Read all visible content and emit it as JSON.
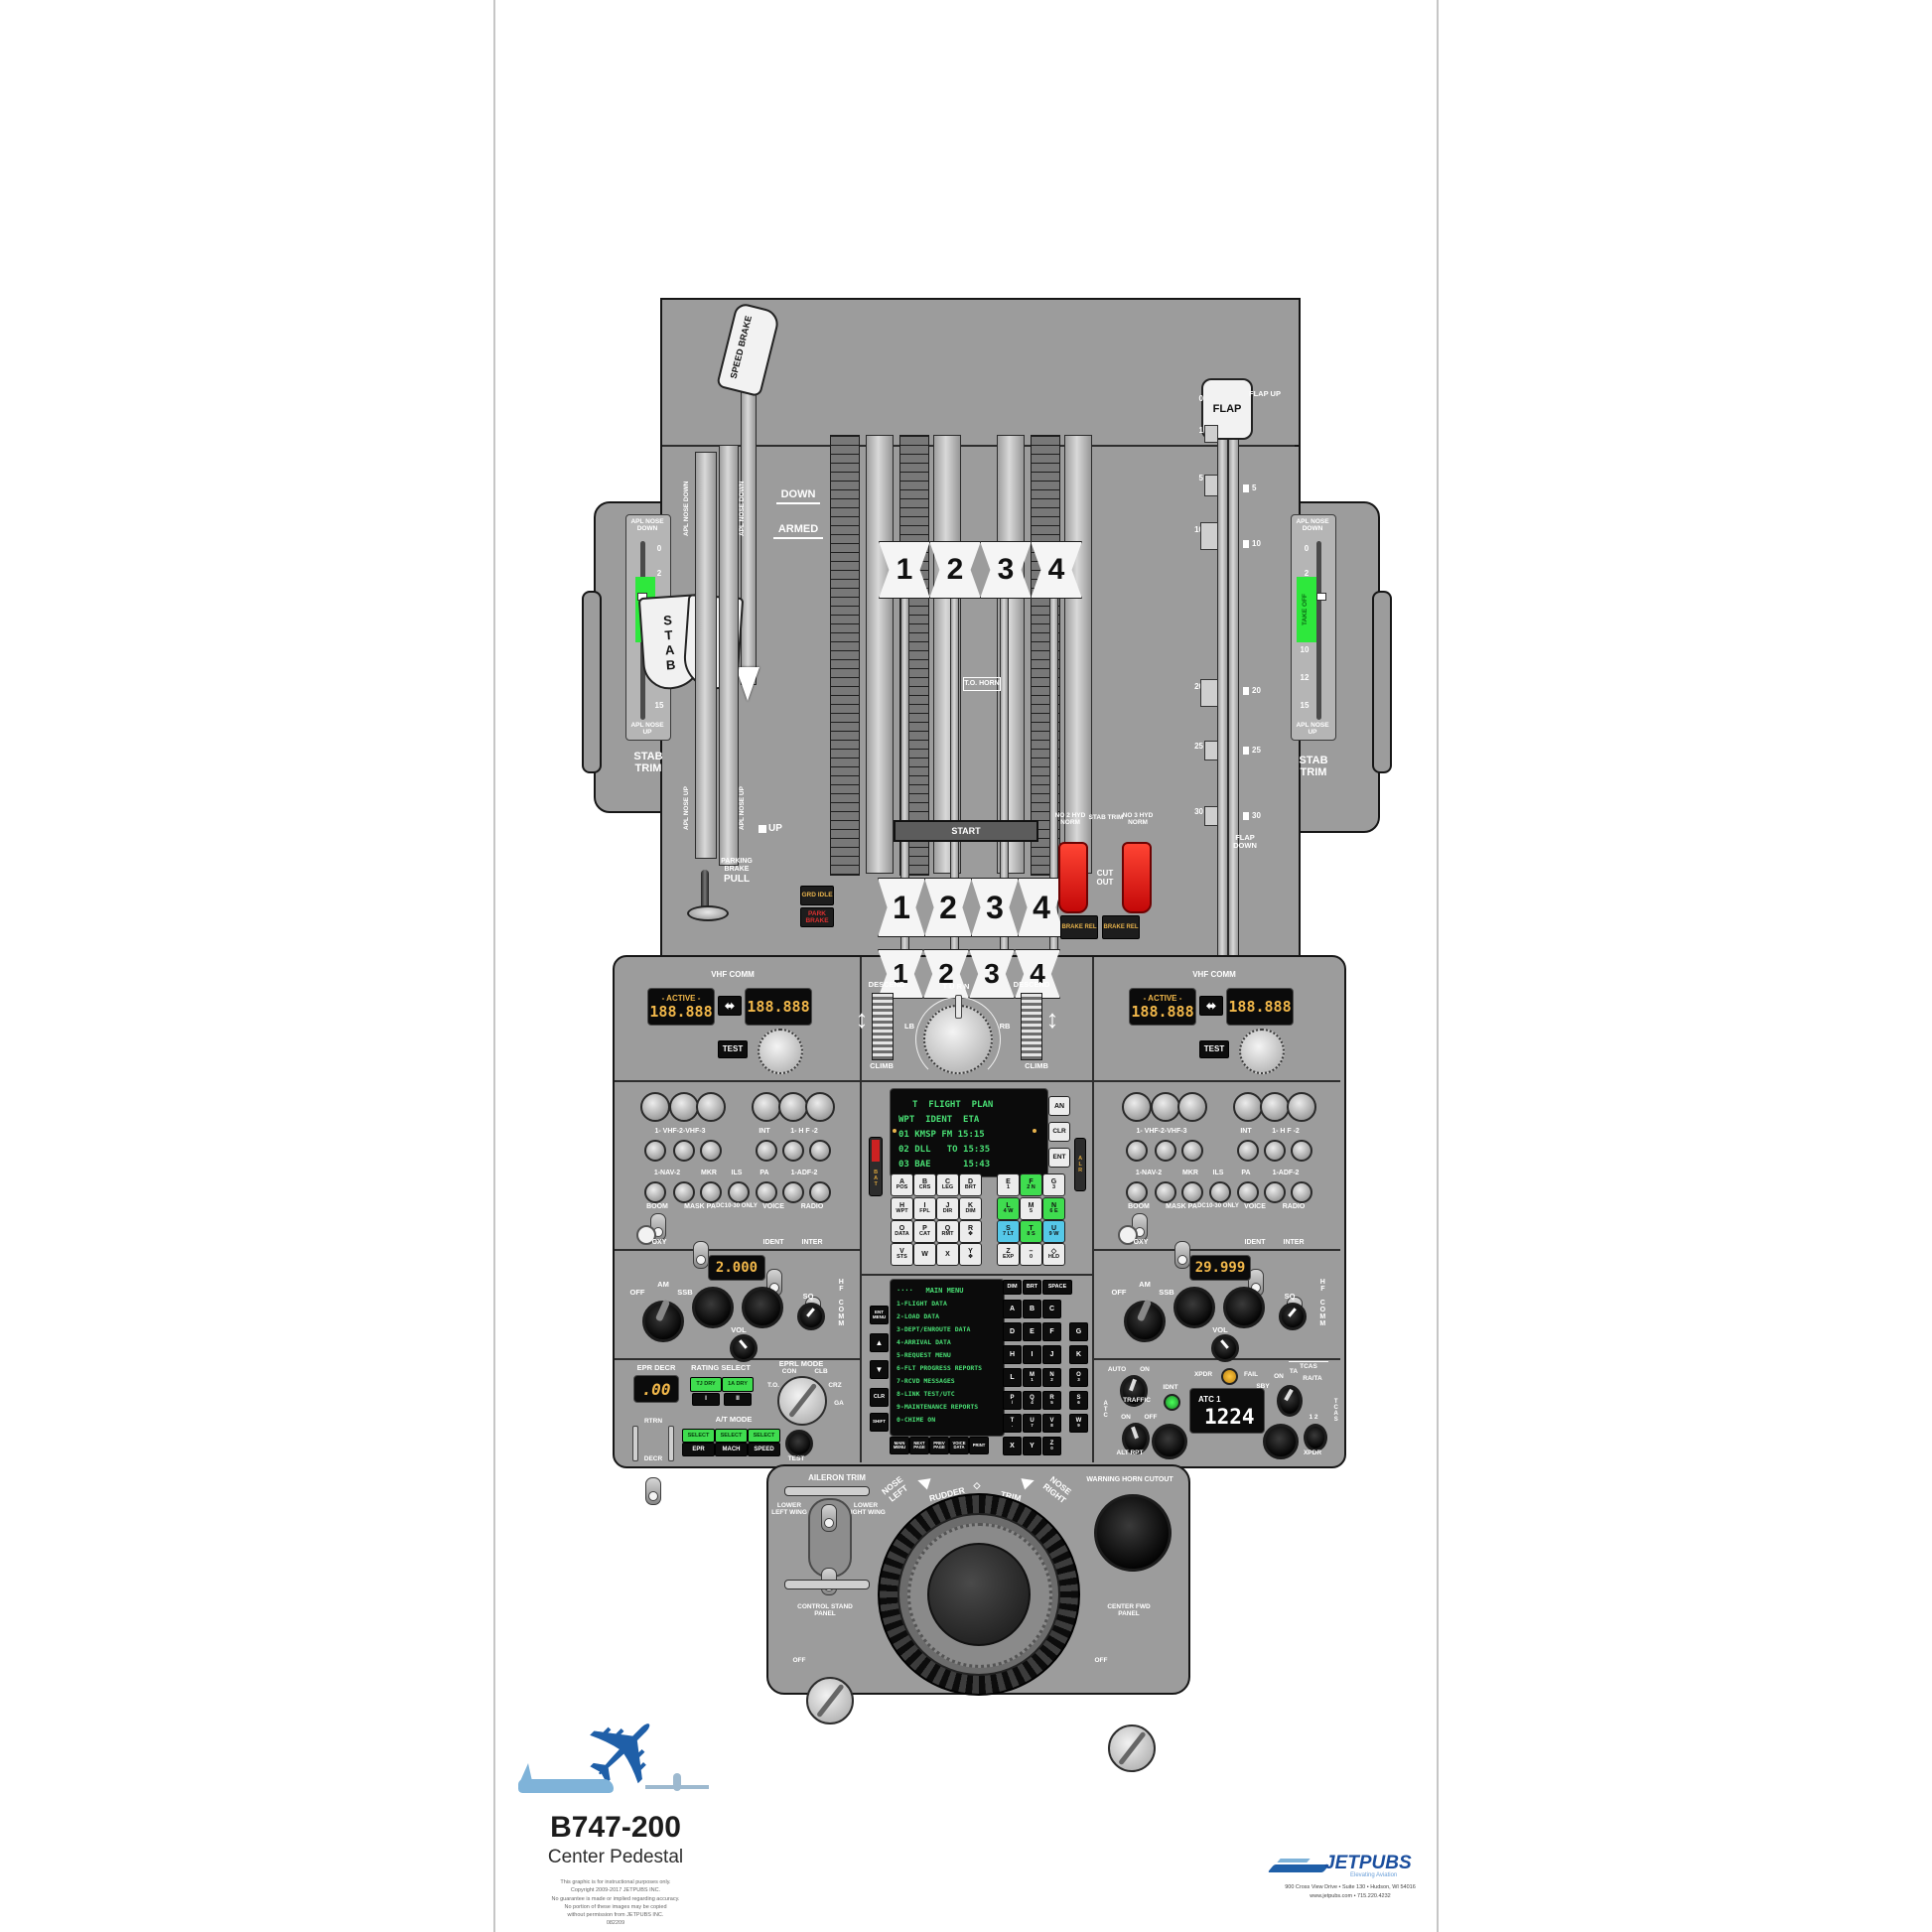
{
  "quadrant": {
    "speed_brake": "SPEED BRAKE",
    "down": "DOWN",
    "armed": "ARMED",
    "up": "UP",
    "to_horn": "T.O. HORN",
    "start": "START",
    "parking": "PARKING BRAKE",
    "pull": "PULL",
    "grd_idle": "GRD IDLE",
    "park_brake": "PARK BRAKE",
    "levers": [
      "1",
      "2",
      "3",
      "4"
    ],
    "no2": "NO 2 HYD",
    "no3": "NO 3 HYD",
    "norm": "NORM",
    "stab_trim": "STAB TRIM",
    "cut_out": "CUT OUT",
    "brake_rel": "BRAKE REL"
  },
  "stab": {
    "nose_down": "APL NOSE DOWN",
    "nose_up": "APL NOSE UP",
    "stab_trim": "STAB TRIM",
    "take_off": "TAKE OFF",
    "scale": [
      "0",
      "2",
      "10",
      "12",
      "15"
    ],
    "lever_s": "STAB",
    "lever_t": "TRIM"
  },
  "flap": {
    "handle": "FLAP",
    "up": "FLAP UP",
    "down": "FLAP DOWN",
    "left": [
      "0",
      "1",
      "5",
      "10",
      "20",
      "25",
      "30"
    ],
    "right": [
      "5",
      "10",
      "20",
      "25",
      "30"
    ]
  },
  "vhf": {
    "title": "VHF COMM",
    "active": "- ACTIVE -",
    "freq": "188.888",
    "test": "TEST",
    "transfer": "⬌"
  },
  "ap": {
    "descend": "DESCEND",
    "climb": "CLIMB",
    "turn": "TURN",
    "lb": "LB",
    "rb": "RB",
    "arrows": "↕"
  },
  "audio": {
    "vhf": "1- VHF-2-VHF-3",
    "int": "INT",
    "hf": "1- H F -2",
    "nav": "1-NAV-2",
    "mkr": "MKR",
    "ils": "ILS",
    "pa": "PA",
    "adf": "1-ADF-2",
    "boom": "BOOM",
    "mask": "MASK PA",
    "dc10": "DC10-30 ONLY",
    "voice": "VOICE",
    "radio": "RADIO",
    "oxy": "OXY",
    "ident": "IDENT",
    "inter": "INTER"
  },
  "cdu": {
    "lines": [
      "T  FLIGHT  PLAN",
      "WPT  IDENT  ETA",
      "01 KMSP FM 15:15",
      "02 DLL   TO 15:35",
      "03 BAE      15:43"
    ],
    "an": "AN",
    "clr": "CLR",
    "ent": "ENT",
    "bat": "BAT",
    "alr": "ALR",
    "keys": [
      {
        "m": "A",
        "s": "POS"
      },
      {
        "m": "B",
        "s": "CRS"
      },
      {
        "m": "C",
        "s": "LEG"
      },
      {
        "m": "D",
        "s": "BRT"
      },
      {
        "m": "E",
        "s": "1"
      },
      {
        "m": "F",
        "s": "2 N"
      },
      {
        "m": "G",
        "s": "3"
      },
      {
        "m": "H",
        "s": "WPT"
      },
      {
        "m": "I",
        "s": "FPL"
      },
      {
        "m": "J",
        "s": "DIR"
      },
      {
        "m": "K",
        "s": "DIM"
      },
      {
        "m": "L",
        "s": "4 W"
      },
      {
        "m": "M",
        "s": "5"
      },
      {
        "m": "N",
        "s": "6 E"
      },
      {
        "m": "O",
        "s": "DATA"
      },
      {
        "m": "P",
        "s": "CAT"
      },
      {
        "m": "Q",
        "s": "RMT"
      },
      {
        "m": "R",
        "s": "✥"
      },
      {
        "m": "S",
        "s": "7 LT"
      },
      {
        "m": "T",
        "s": "8 S"
      },
      {
        "m": "U",
        "s": "9 W"
      },
      {
        "m": "V",
        "s": "STS"
      },
      {
        "m": "W",
        "s": ""
      },
      {
        "m": "X",
        "s": ""
      },
      {
        "m": "Y",
        "s": "✥"
      },
      {
        "m": "Z",
        "s": "EXP"
      },
      {
        "m": "–",
        "s": "0"
      },
      {
        "m": "◇",
        "s": "HLD"
      }
    ]
  },
  "acars": {
    "title": "····   MAIN MENU",
    "menu": [
      "1-FLIGHT DATA",
      "2-LOAD DATA",
      "3-DEPT/ENROUTE DATA",
      "4-ARRIVAL DATA",
      "5-REQUEST MENU",
      "6-FLT PROGRESS REPORTS",
      "7-RCVD MESSAGES",
      "8-LINK TEST/UTC",
      "9-MAINTENANCE REPORTS",
      "0-CHIME ON"
    ],
    "left_keys": [
      "ENT MENU",
      "▲",
      "▼",
      "CLR",
      "SHIFT"
    ],
    "top_keys": [
      "DIM",
      "BRT",
      "SPACE"
    ],
    "bottom_keys": [
      "MAIN MENU",
      "NEXT PAGE",
      "PREV PAGE",
      "VOICE DATA",
      "PRINT"
    ],
    "keys": [
      {
        "m": "A",
        "s": ""
      },
      {
        "m": "B",
        "s": ""
      },
      {
        "m": "C",
        "s": ""
      },
      {
        "m": "D",
        "s": ""
      },
      {
        "m": "E",
        "s": ""
      },
      {
        "m": "F",
        "s": ""
      },
      {
        "m": "G",
        "s": ""
      },
      {
        "m": "H",
        "s": ""
      },
      {
        "m": "I",
        "s": ""
      },
      {
        "m": "J",
        "s": ""
      },
      {
        "m": "K",
        "s": ""
      },
      {
        "m": "L",
        "s": ""
      },
      {
        "m": "M",
        "s": "1"
      },
      {
        "m": "N",
        "s": "2"
      },
      {
        "m": "O",
        "s": "3"
      },
      {
        "m": "P",
        "s": "/"
      },
      {
        "m": "Q",
        "s": "4"
      },
      {
        "m": "R",
        "s": "5"
      },
      {
        "m": "S",
        "s": "6"
      },
      {
        "m": "T",
        "s": "."
      },
      {
        "m": "U",
        "s": "7"
      },
      {
        "m": "V",
        "s": "8"
      },
      {
        "m": "W",
        "s": "9"
      },
      {
        "m": "X",
        "s": ""
      },
      {
        "m": "Y",
        "s": ""
      },
      {
        "m": "Z",
        "s": "0"
      }
    ]
  },
  "hf": {
    "title": "HF COMM",
    "freq_left": "2.000",
    "freq_right": "29.999",
    "off": "OFF",
    "am": "AM",
    "ssb": "SSB",
    "vol": "VOL",
    "sq": "SQ"
  },
  "epr": {
    "title": "EPR DECR",
    "value": ".00",
    "rating": "RATING SELECT",
    "r1": "TJ DRY",
    "r2": "1A DRY",
    "b1": "I",
    "b2": "II",
    "mode": "EPRL MODE",
    "con": "CON",
    "clb": "CLB",
    "to": "T.O.",
    "crz": "CRZ",
    "ga": "GA",
    "rtrn": "RTRN",
    "decr": "DECR",
    "at": "A/T MODE",
    "select": "SELECT",
    "epr": "EPR",
    "mach": "MACH",
    "speed": "SPEED",
    "test": "TEST"
  },
  "xpdr": {
    "auto": "AUTO",
    "on": "ON",
    "atc": "ATC",
    "traffic": "TRAFFIC",
    "on2": "ON",
    "off": "OFF",
    "alt_rpt": "ALT RPT",
    "idnt": "IDNT",
    "xpdr": "XPDR",
    "fail": "FAIL",
    "atc1": "ATC 1",
    "code": "1224",
    "tcas": "TCAS",
    "sby": "SBY",
    "ta": "TA",
    "rata": "RA/TA",
    "sel12": "1  2",
    "xpdr2": "XPDR"
  },
  "trim": {
    "aileron": "AILERON TRIM",
    "llw": "LOWER LEFT WING",
    "lrw": "LOWER RIGHT WING",
    "nl": "NOSE LEFT",
    "rudder": "RUDDER",
    "trim": "TRIM",
    "nr": "NOSE RIGHT",
    "pointer": "◇",
    "horn": "WARNING HORN CUTOUT",
    "csp": "CONTROL STAND PANEL",
    "cfp": "CENTER FWD PANEL",
    "off": "OFF"
  },
  "footer": {
    "model": "B747-200",
    "subtitle": "Center Pedestal",
    "disclaimer": [
      "This graphic is for instructional purposes only.",
      "Copyright 2009-2017 JETPUBS INC.",
      "No guarantee is made or implied regarding accuracy.",
      "No portion of these images may be copied",
      "without permission from JETPUBS INC.",
      "082209"
    ],
    "brand": "JETPUBS",
    "tagline": "Elevating Aviation",
    "addr": "900 Cross View Drive • Suite 130 • Hudson, WI 54016",
    "web": "www.jetpubs.com • 715.220.4232"
  },
  "colors": {
    "pedestal": "#9c9c9c",
    "display_amber": "#f2b84a",
    "crt_green": "#49df74",
    "annun_green": "#3fdd4f",
    "annun_red": "#e01212",
    "key_cyan": "#55c8e8",
    "logo_blue": "#1f5fa8"
  }
}
